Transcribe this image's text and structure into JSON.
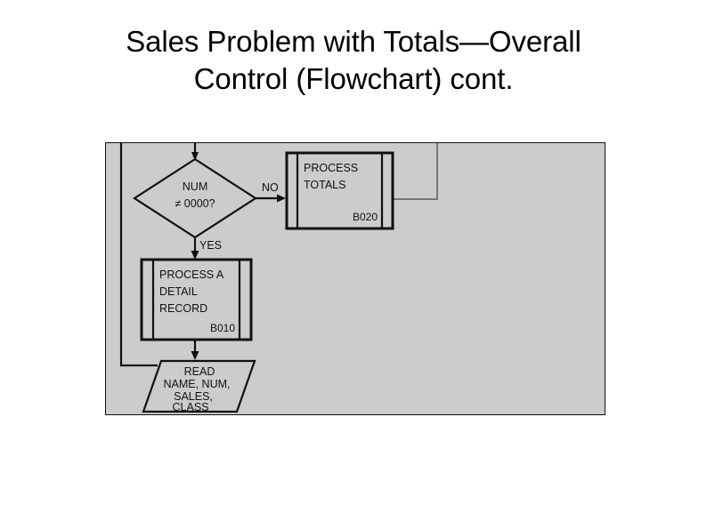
{
  "slide": {
    "title_line1": "Sales Problem with Totals—Overall",
    "title_line2": "Control (Flowchart) cont.",
    "background_color": "#ffffff",
    "text_color": "#000000"
  },
  "flowchart": {
    "panel_background_color": "#cccccc",
    "panel_border_color": "#111111",
    "line_color": "#111111",
    "decision": {
      "shape": "diamond",
      "line1": "NUM",
      "line2": "≠ 0000?"
    },
    "branch_labels": {
      "no": "NO",
      "yes": "YES"
    },
    "process_totals": {
      "shape": "predefined-process",
      "line1": "PROCESS",
      "line2": "TOTALS",
      "ref": "B020"
    },
    "process_detail": {
      "shape": "predefined-process",
      "line1": "PROCESS A",
      "line2": "DETAIL",
      "line3": "RECORD",
      "ref": "B010"
    },
    "read_io": {
      "shape": "parallelogram",
      "line1": "READ",
      "line2": "NAME, NUM,",
      "line3": "SALES,",
      "line4": "CLASS"
    }
  }
}
